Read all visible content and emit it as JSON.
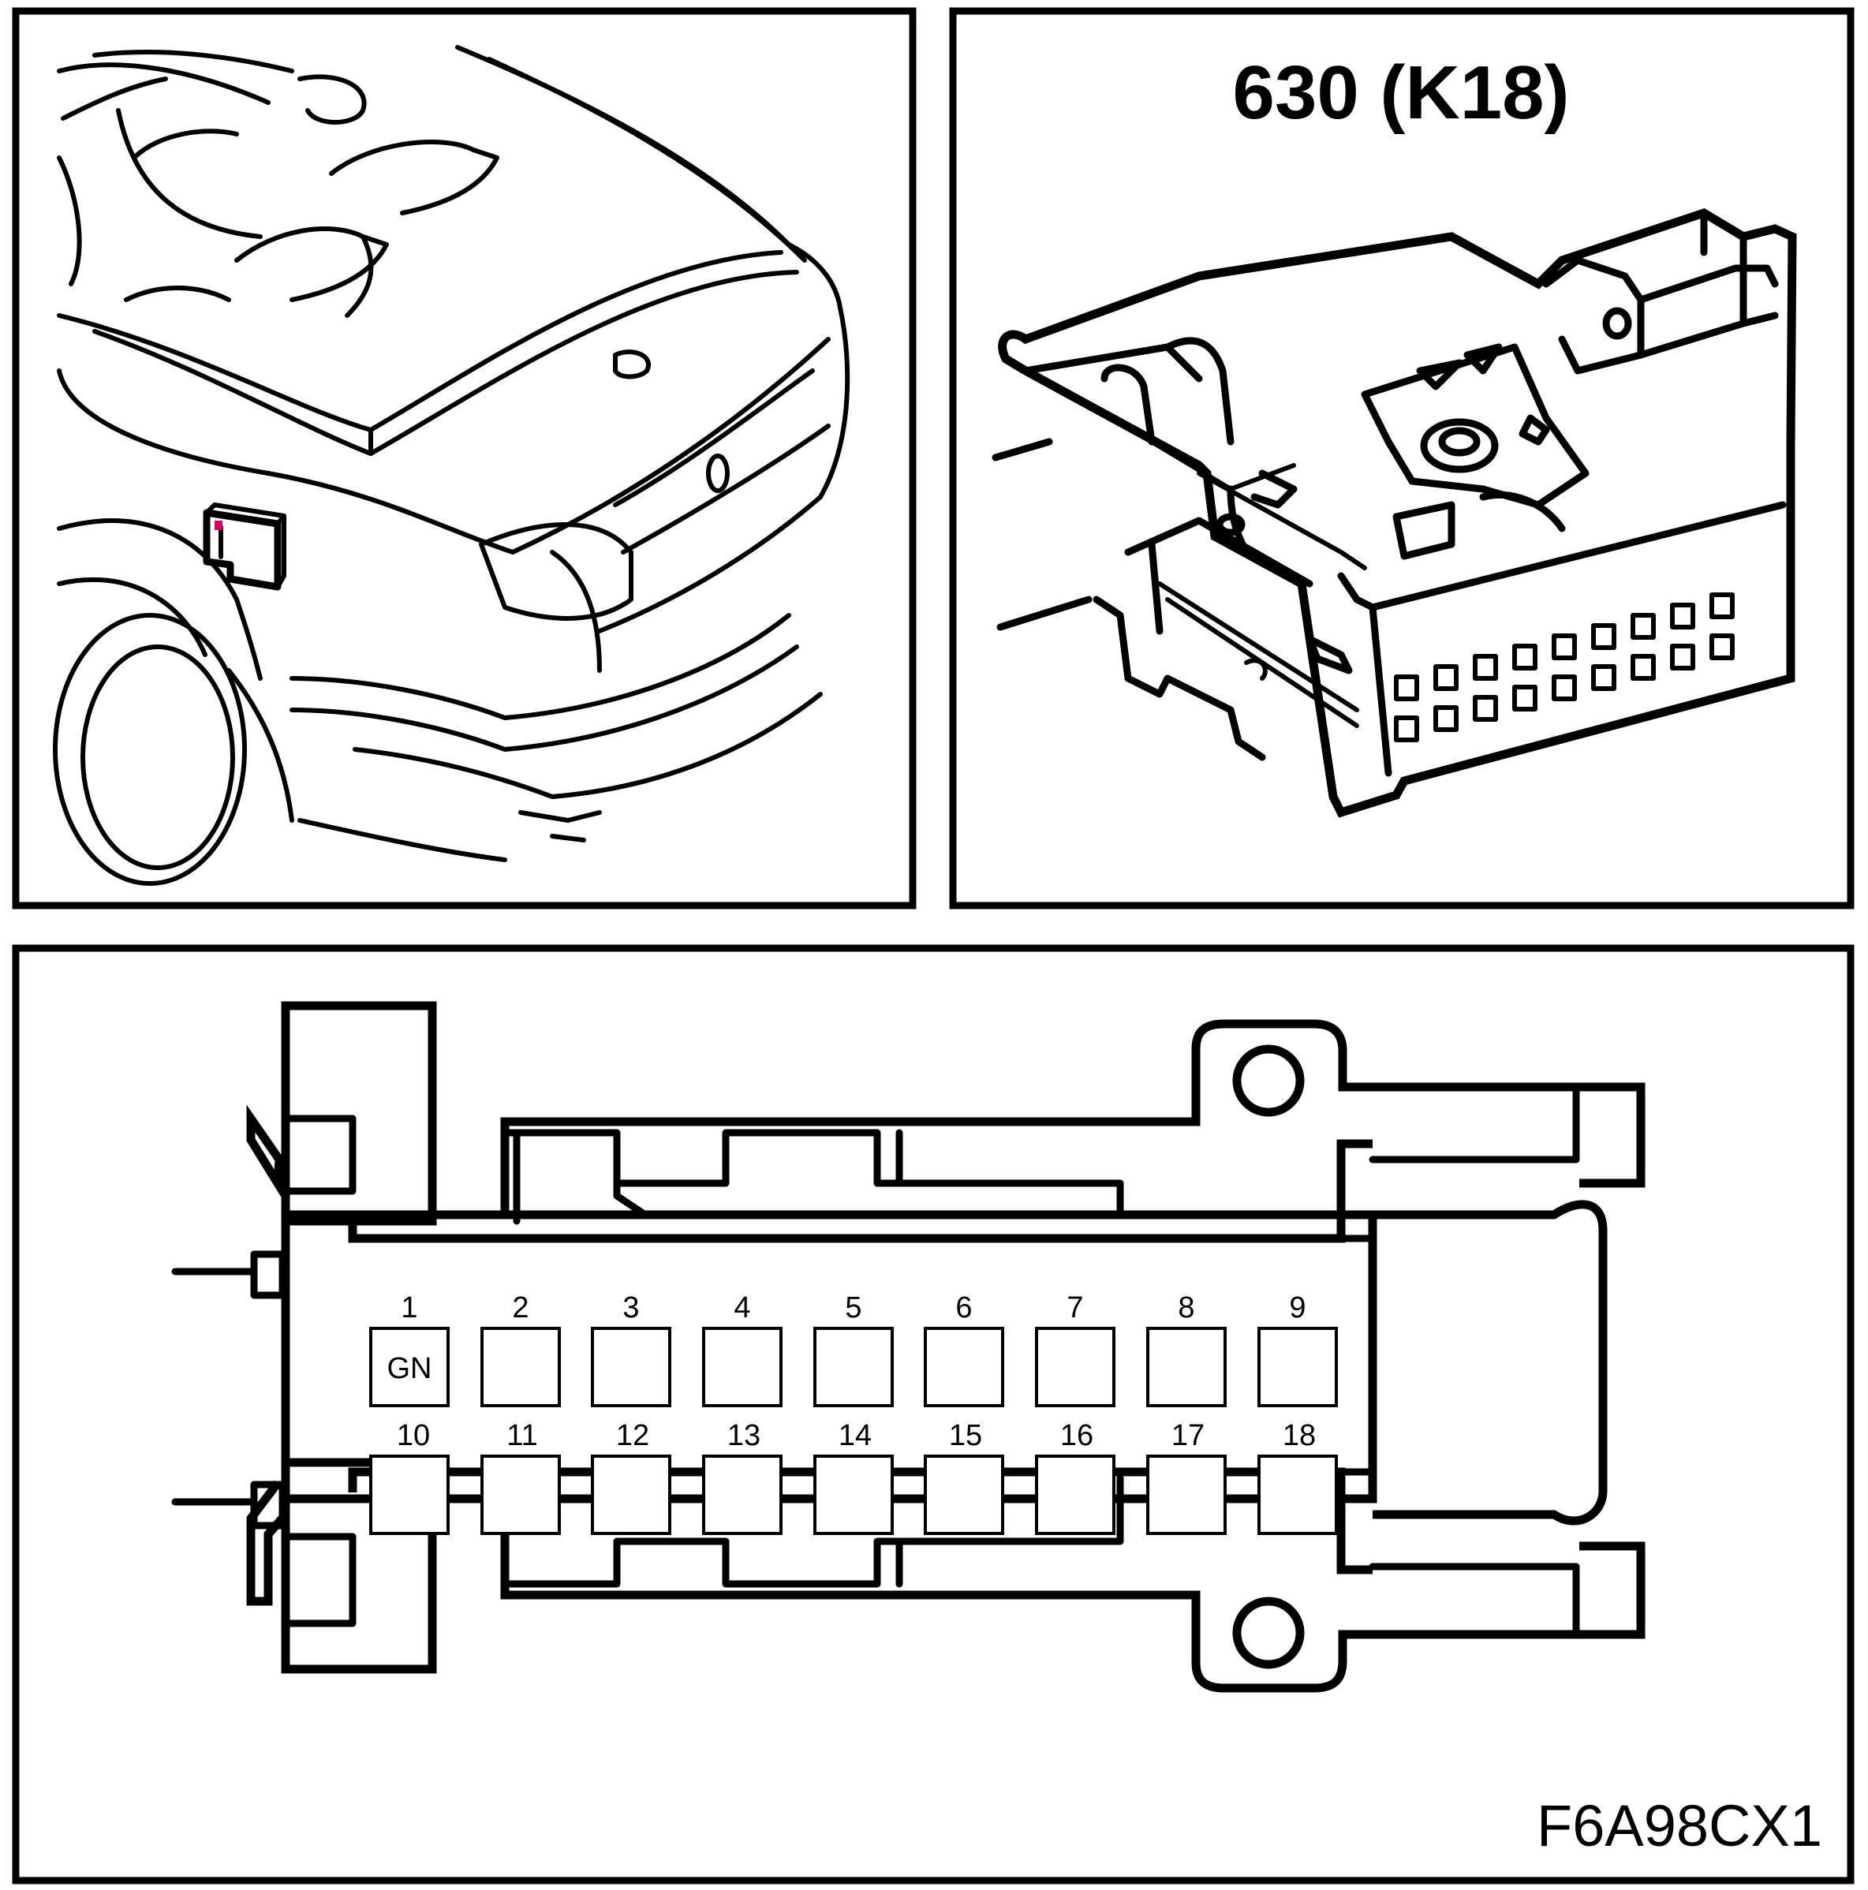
{
  "connector": {
    "title": "630 (K18)",
    "figure_code": "F6A98CX1",
    "highlight_color": "#d6006d",
    "pins_row1": [
      {
        "number": "1",
        "label": "GN"
      },
      {
        "number": "2",
        "label": ""
      },
      {
        "number": "3",
        "label": ""
      },
      {
        "number": "4",
        "label": ""
      },
      {
        "number": "5",
        "label": ""
      },
      {
        "number": "6",
        "label": ""
      },
      {
        "number": "7",
        "label": ""
      },
      {
        "number": "8",
        "label": ""
      },
      {
        "number": "9",
        "label": ""
      }
    ],
    "pins_row2": [
      {
        "number": "10",
        "label": ""
      },
      {
        "number": "11",
        "label": ""
      },
      {
        "number": "12",
        "label": ""
      },
      {
        "number": "13",
        "label": ""
      },
      {
        "number": "14",
        "label": ""
      },
      {
        "number": "15",
        "label": ""
      },
      {
        "number": "16",
        "label": ""
      },
      {
        "number": "17",
        "label": ""
      },
      {
        "number": "18",
        "label": ""
      }
    ]
  }
}
